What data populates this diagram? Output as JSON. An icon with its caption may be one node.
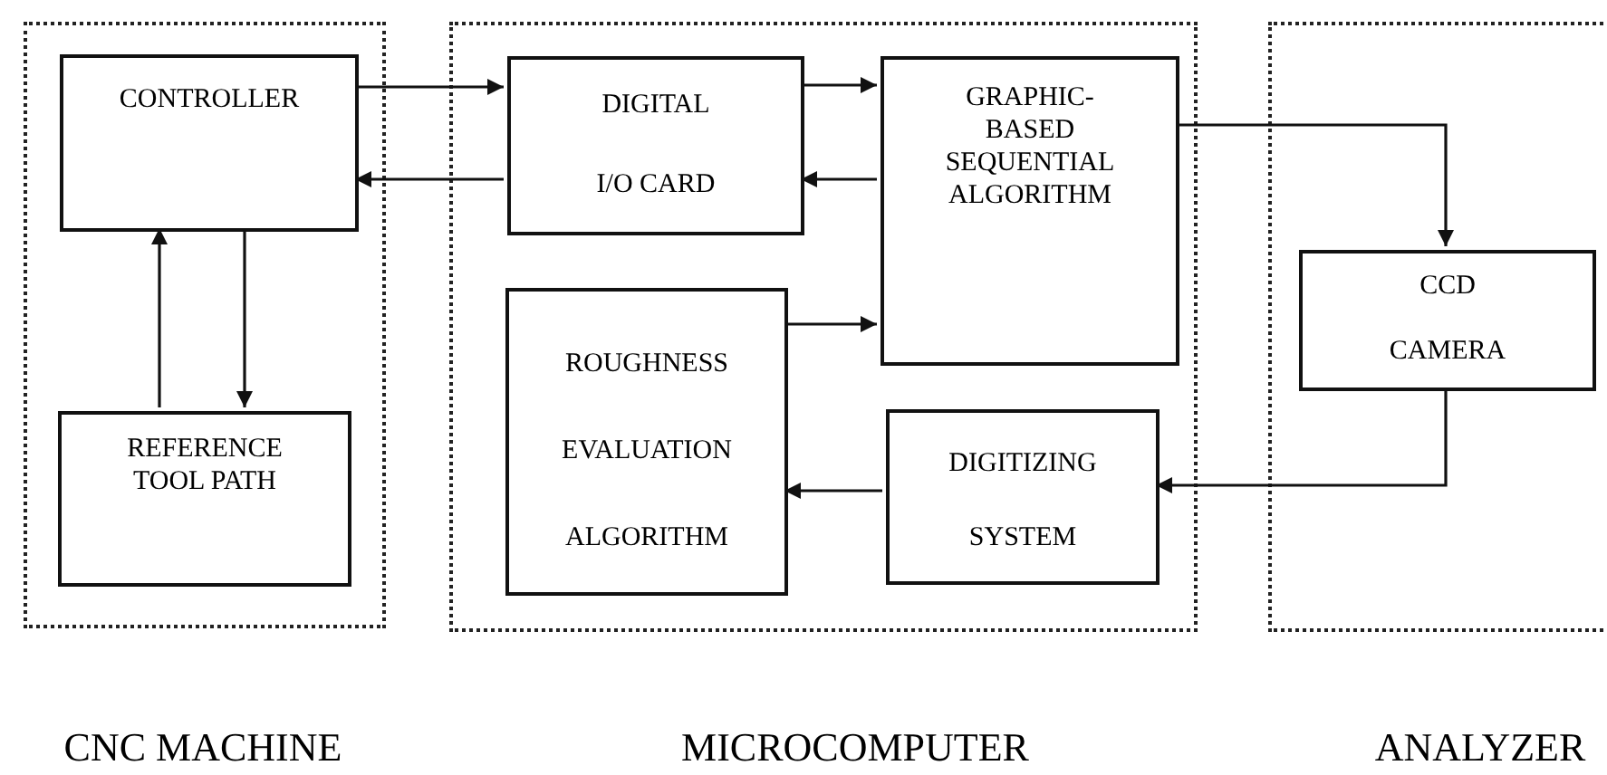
{
  "diagram": {
    "nodes": [
      {
        "text": [
          "CNC MACHINE"
        ]
      },
      {
        "text": [
          "CONTROLLER"
        ],
        "in": 0
      },
      {
        "text": [
          "REFERENCE TOOL PATH"
        ],
        "in": 0
      },
      {
        "text": [
          "MICROCOMPUTER"
        ]
      },
      {
        "text": [
          "DIGITAL I/O CARD"
        ],
        "in": 3
      },
      {
        "text": [
          "GRAPHIC- BASED SEQUENTIAL ALGORITHM"
        ],
        "in": 3
      },
      {
        "text": [
          "ROUGHNESS EVALUATION ALGORITHM"
        ],
        "in": 3
      },
      {
        "text": [
          "DIGITIZING SYSTEM"
        ],
        "in": 3
      },
      {
        "text": [
          "ANALYZER"
        ]
      },
      {
        "text": [
          "CCD CAMERA"
        ],
        "in": 8
      }
    ],
    "edges": [
      {
        "from": 1,
        "to": 4,
        "arrow": "to"
      },
      {
        "from": 4,
        "to": 1,
        "arrow": "to"
      },
      {
        "from": 4,
        "to": 5,
        "arrow": "to"
      },
      {
        "from": 5,
        "to": 4,
        "arrow": "to"
      },
      {
        "from": 6,
        "to": 5,
        "arrow": "to"
      },
      {
        "from": 5,
        "to": 9,
        "arrow": "to"
      },
      {
        "from": 9,
        "to": 7,
        "arrow": "to"
      },
      {
        "from": 7,
        "to": 6,
        "arrow": "to"
      },
      {
        "from": 2,
        "to": 1,
        "arrow": "to"
      },
      {
        "from": 1,
        "to": 2,
        "arrow": "to"
      }
    ]
  }
}
